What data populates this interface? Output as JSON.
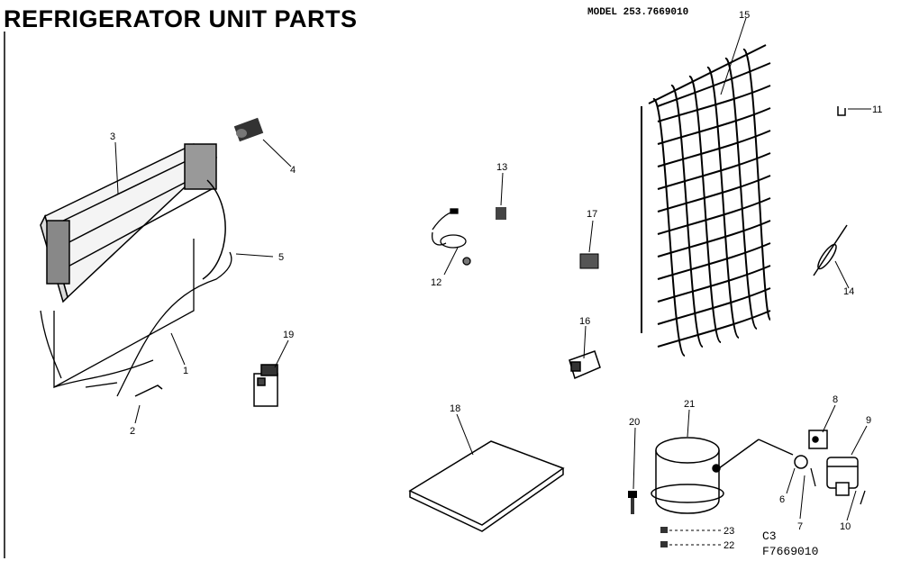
{
  "header": {
    "title": "REFRIGERATOR UNIT PARTS",
    "model": "MODEL 253.7669010"
  },
  "footer": {
    "code1": "C3",
    "code2": "F7669010"
  },
  "callouts": [
    "3",
    "4",
    "5",
    "19",
    "2",
    "1",
    "13",
    "12",
    "17",
    "15",
    "11",
    "14",
    "16",
    "18",
    "20",
    "21",
    "8",
    "9",
    "6",
    "7",
    "10",
    "23",
    "22"
  ]
}
